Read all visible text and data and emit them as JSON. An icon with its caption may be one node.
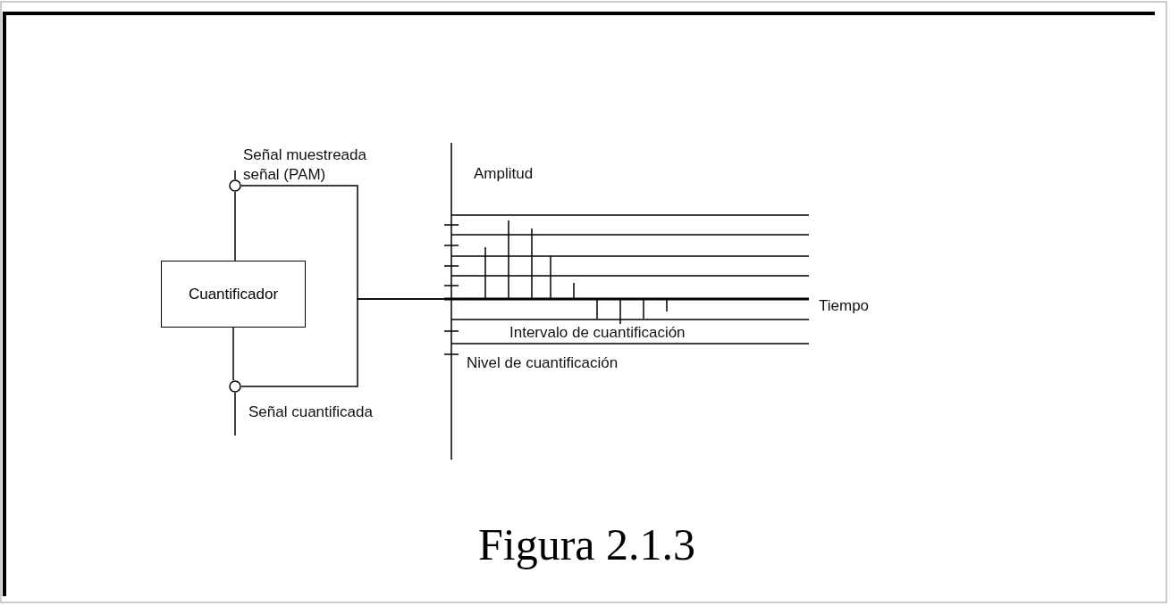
{
  "diagram": {
    "caption": "Figura 2.1.3",
    "nodes": [
      {
        "text": [
          "Cuantificador"
        ]
      },
      {
        "text": [],
        "shape": "circle",
        "beside": [
          "Señal muestreada señal (PAM)"
        ]
      },
      {
        "text": [],
        "shape": "circle",
        "beside": [
          "Señal cuantificada"
        ]
      },
      {
        "text": [],
        "shape": "picture",
        "beside": [
          "Tiempo"
        ]
      }
    ],
    "edges": [
      {
        "from": null,
        "to": 1,
        "arrow": "none"
      },
      {
        "from": 1,
        "to": 0,
        "arrow": "none"
      },
      {
        "from": 0,
        "to": 2,
        "arrow": "none"
      },
      {
        "from": 2,
        "to": null,
        "arrow": "none"
      },
      {
        "from": 1,
        "to": 3,
        "arrow": "none"
      },
      {
        "from": 2,
        "to": 3,
        "arrow": "none"
      }
    ],
    "labels": [
      "Amplitud",
      "Intervalo de cuantificación",
      "Nivel de cuantificación"
    ]
  }
}
